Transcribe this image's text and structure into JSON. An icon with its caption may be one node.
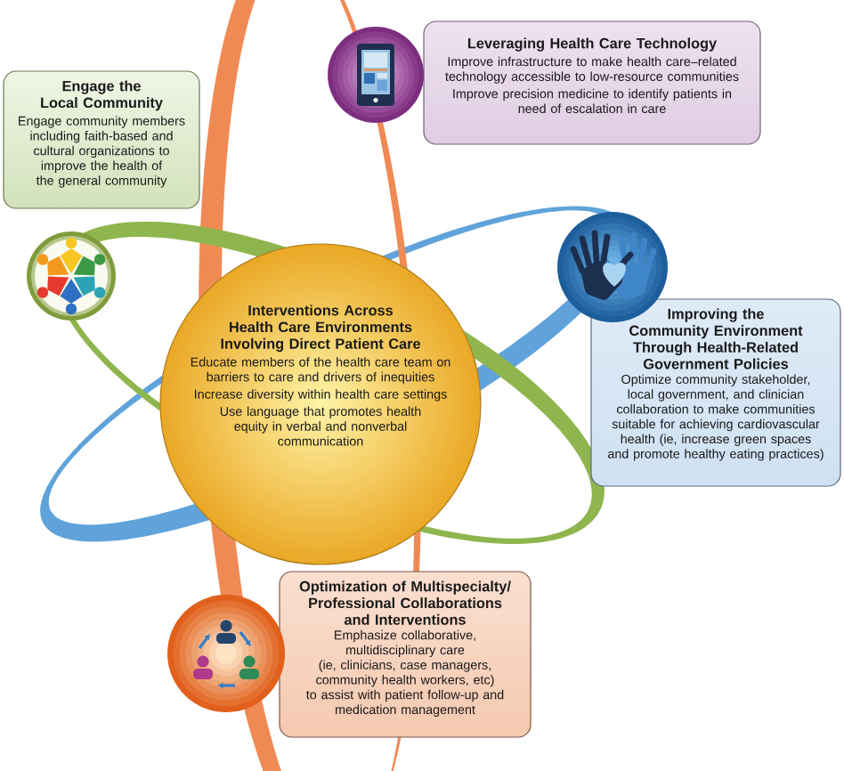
{
  "diagram": {
    "nodes": [
      {
        "text": [
          "Leveraging Health Care Technology",
          "Improve infrastructure to make health care–related technology accessible to low-resource communities",
          "Improve precision medicine to identify patients in need of escalation in care"
        ]
      },
      {
        "text": [
          "Engage the Local Community",
          "Engage community members including faith-based and cultural organizations to improve the health of the general community"
        ]
      },
      {
        "text": [
          "Interventions Across Health Care Environments Involving Direct Patient Care",
          "Educate members of the health care team on barriers to care and drivers of inequities",
          "Increase diversity within health care settings",
          "Use language that promotes health equity in verbal and nonverbal communication"
        ]
      },
      {
        "text": [
          "Improving the Community Environment Through Health-Related Government Policies",
          "Optimize community stakeholder, local government, and clinician collaboration to make communities suitable for achieving cardiovascular health (ie, increase green spaces and promote healthy eating practices)"
        ]
      },
      {
        "text": [
          "Optimization of Multispecialty/ Professional Collaborations and Interventions",
          "Emphasize collaborative, multidisciplinary care (ie, clinicians, case managers, community health workers, etc) to assist with patient follow-up and medication management"
        ]
      }
    ]
  }
}
